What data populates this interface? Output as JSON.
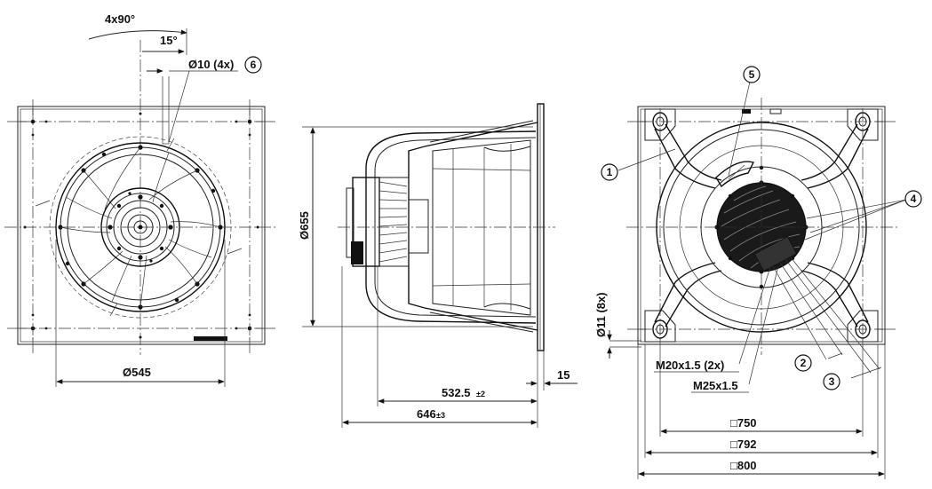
{
  "front_view": {
    "angle_label": "4x90°",
    "angle_small_label": "15°",
    "hole_label": "Ø10 (4x)",
    "hole_callout": "6",
    "diameter_label": "Ø545"
  },
  "side_view": {
    "diameter_label": "Ø655",
    "depth_label": "532.5",
    "depth_tol": "±2",
    "length_label": "646",
    "length_tol": "±3",
    "flange_label": "15"
  },
  "rear_view": {
    "callout_1": "1",
    "callout_2": "2",
    "callout_3": "3",
    "callout_4": "4",
    "callout_5": "5",
    "hole_label": "Ø11 (8x)",
    "gland_1_label": "M20x1.5 (2x)",
    "gland_2_label": "M25x1.5",
    "dim_750_label": "□750",
    "dim_792_label": "□792",
    "dim_800_label": "□800"
  },
  "colors": {
    "line": "#111111",
    "background": "#ffffff"
  }
}
